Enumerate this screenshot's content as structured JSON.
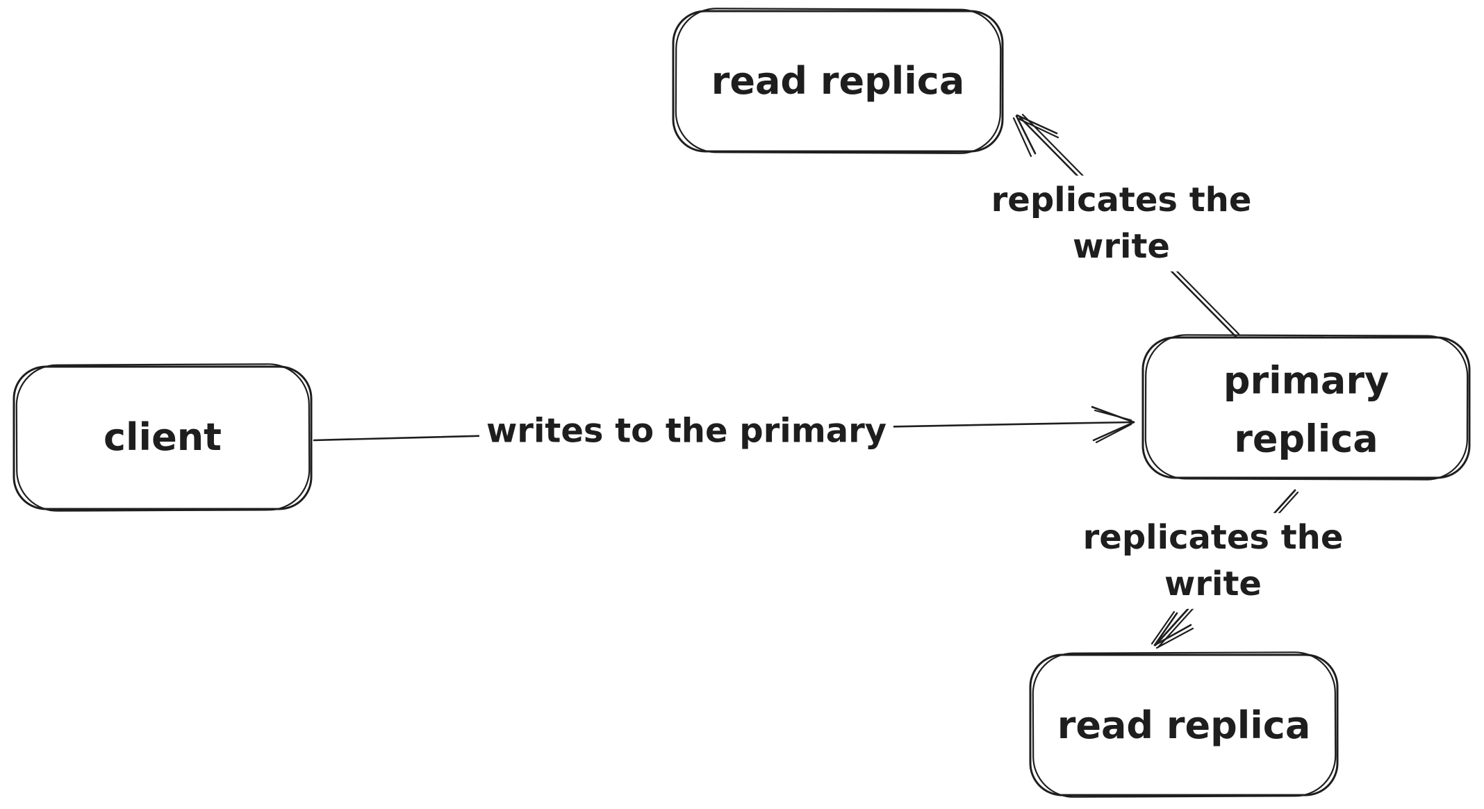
{
  "diagram": {
    "background_color": "#ffffff",
    "stroke_color": "#1e1e1e",
    "nodes": [
      {
        "id": "read-replica-top",
        "label": "read replica"
      },
      {
        "id": "client",
        "label": "client"
      },
      {
        "id": "primary-replica",
        "label": "primary replica"
      },
      {
        "id": "read-replica-bottom",
        "label": "read replica"
      }
    ],
    "edges": [
      {
        "id": "client-to-primary",
        "from": "client",
        "to": "primary-replica",
        "label": "writes to the primary"
      },
      {
        "id": "primary-to-read-replica-top",
        "from": "primary-replica",
        "to": "read-replica-top",
        "label": "replicates the write"
      },
      {
        "id": "primary-to-read-replica-bottom",
        "from": "primary-replica",
        "to": "read-replica-bottom",
        "label": "replicates the write"
      }
    ]
  }
}
